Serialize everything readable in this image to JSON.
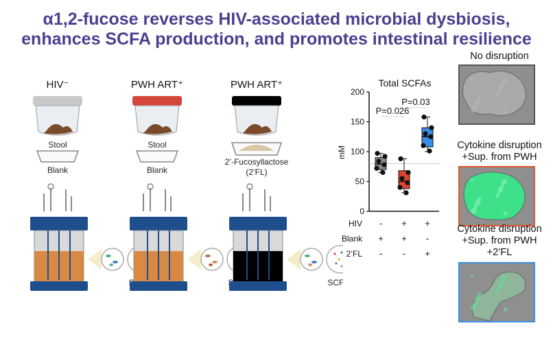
{
  "title": {
    "line1": "α1,2-fucose reverses HIV-associated microbial dysbiosis,",
    "line2": "enhances SCFA production, and promotes intestinal resilience"
  },
  "columns": [
    {
      "header": "HIV⁻",
      "sample": "Stool",
      "substrate": "Blank",
      "output": "SCFAs",
      "cap_color": "#c9c9c9",
      "fluid_color": "#d88a45"
    },
    {
      "header": "PWH ART⁺",
      "sample": "Stool",
      "substrate": "Blank",
      "output": "SCFAs",
      "cap_color": "#d4453a",
      "fluid_color": "#d88a45"
    },
    {
      "header": "PWH ART⁺",
      "sample": "2’-Fucosyllactose",
      "sample2": "(2’FL)",
      "substrate": "",
      "output": "SCFAs",
      "cap_color": "#d4453a",
      "fluid_color": "#d88a45"
    }
  ],
  "chart_data": {
    "type": "box",
    "title": "Total SCFAs",
    "ylabel": "mM",
    "ylim": [
      0,
      200
    ],
    "yticks": [
      "0",
      "50",
      "100",
      "150",
      "200"
    ],
    "reference_line": 80,
    "groups": [
      {
        "color": "#8c8c8c",
        "q1": 70,
        "median": 79,
        "q3": 90,
        "whisker_low": 65,
        "whisker_high": 97,
        "points": [
          97,
          92,
          84,
          78,
          72,
          65
        ]
      },
      {
        "color": "#e0432b",
        "q1": 38,
        "median": 50,
        "q3": 68,
        "whisker_low": 31,
        "whisker_high": 88,
        "points": [
          88,
          65,
          55,
          48,
          40,
          31
        ]
      },
      {
        "color": "#3a8ee6",
        "q1": 108,
        "median": 125,
        "q3": 140,
        "whisker_low": 100,
        "whisker_high": 158,
        "points": [
          158,
          140,
          130,
          125,
          110,
          101
        ]
      }
    ],
    "comparisons": [
      {
        "label": "P=0.026",
        "from": 0,
        "to": 1
      },
      {
        "label": "P=0.03",
        "from": 1,
        "to": 2
      }
    ],
    "condition_table": {
      "rows": [
        {
          "label": "HIV",
          "values": [
            "-",
            "+",
            "+"
          ]
        },
        {
          "label": "Blank",
          "values": [
            "+",
            "+",
            "-"
          ]
        },
        {
          "label": "2’FL",
          "values": [
            "-",
            "-",
            "+"
          ]
        }
      ]
    }
  },
  "panels": [
    {
      "label": "No disruption",
      "label2": "",
      "label3": "",
      "border": "#555555",
      "fluor": 0.0
    },
    {
      "label": "Cytokine disruption",
      "label2": "+Sup. from PWH",
      "label3": "",
      "border": "#e0552b",
      "fluor": 0.9
    },
    {
      "label": "Cytokine disruption",
      "label2": "+Sup. from PWH",
      "label3": "+2’FL",
      "border": "#3a8ee6",
      "fluor": 0.3
    }
  ],
  "colors": {
    "title": "#4b3f8f",
    "fluor_green": "#3fe08a",
    "micrograph_gray": "#8f8f8f"
  }
}
